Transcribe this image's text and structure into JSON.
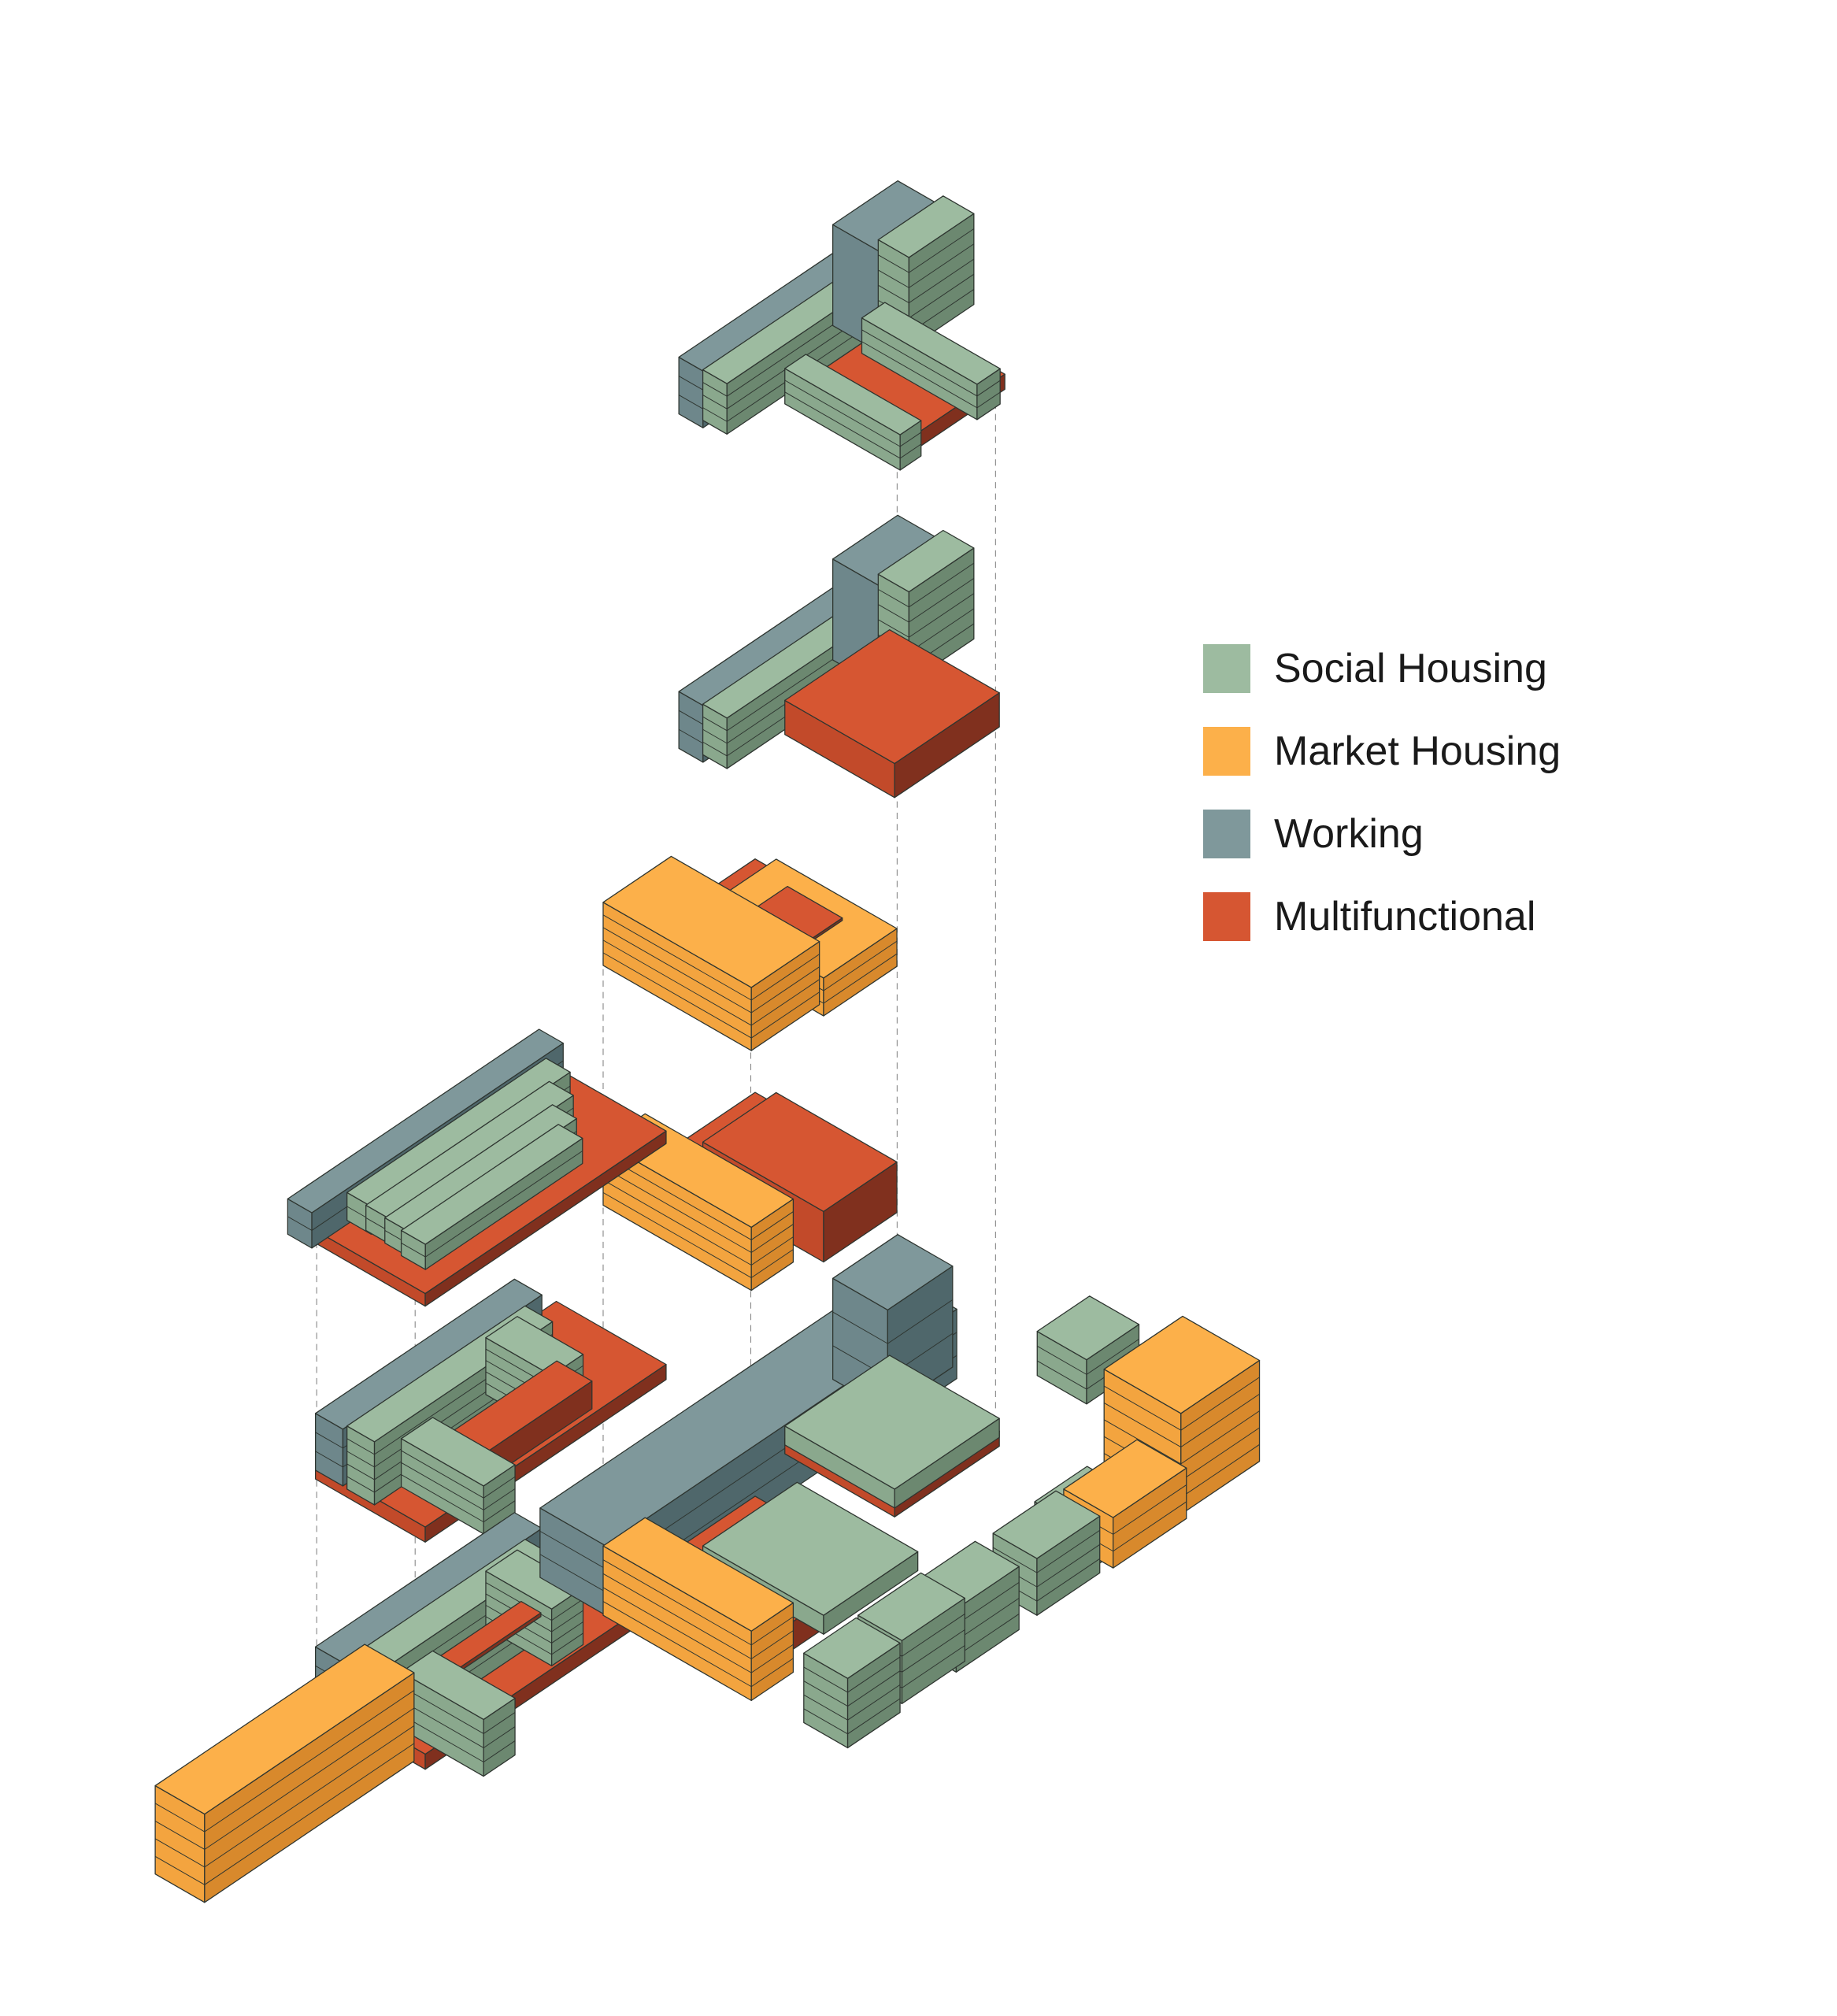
{
  "legend": {
    "items": [
      {
        "label": "Social Housing",
        "color": "#9dbba0"
      },
      {
        "label": "Market Housing",
        "color": "#fcb04a"
      },
      {
        "label": "Working",
        "color": "#7f989b"
      },
      {
        "label": "Multifunctional",
        "color": "#d65632"
      }
    ]
  },
  "palette": {
    "social": {
      "top": "#9dbba0",
      "left": "#8aa88d",
      "right": "#6c8870"
    },
    "market": {
      "top": "#fcb04a",
      "left": "#f3a43f",
      "right": "#d8892c"
    },
    "working": {
      "top": "#7f989b",
      "left": "#6e878b",
      "right": "#4f676b"
    },
    "multi": {
      "top": "#d65632",
      "left": "#c24a2a",
      "right": "#80301e"
    }
  }
}
